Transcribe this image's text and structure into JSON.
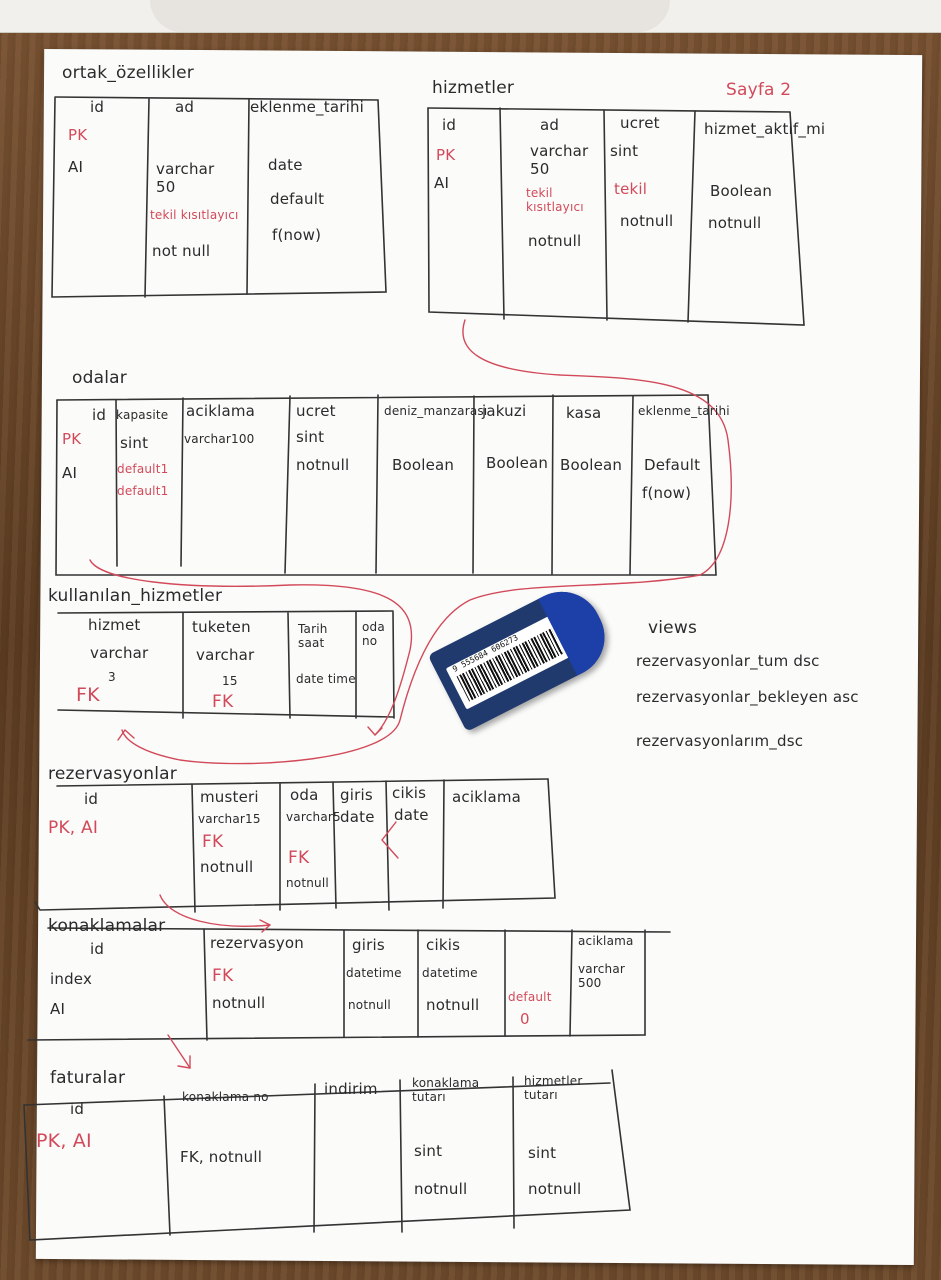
{
  "page_label": "Sayfa 2",
  "tables": {
    "ortak": {
      "title": "ortak_özellikler",
      "headers": [
        "id",
        "ad",
        "eklenme_tarihi"
      ],
      "cells": [
        "PK",
        "AI",
        "varchar 50",
        "tekil kısıtlayıcı",
        "not null",
        "date",
        "default",
        "f(now)"
      ]
    },
    "hizmetler": {
      "title": "hizmetler",
      "headers": [
        "id",
        "ad",
        "ucret",
        "hizmet_aktif_mi"
      ],
      "cells": [
        "PK",
        "AI",
        "varchar 50",
        "tekil kısıtlayıcı",
        "notnull",
        "sint",
        "tekil",
        "notnull",
        "Boolean",
        "notnull"
      ]
    },
    "odalar": {
      "title": "odalar",
      "headers": [
        "id",
        "kapasite",
        "aciklama",
        "ucret",
        "deniz_manzarası",
        "jakuzi",
        "kasa",
        "eklenme_tarihi"
      ],
      "cells": [
        "PK",
        "AI",
        "sint",
        "default1",
        "default1",
        "varchar100",
        "sint",
        "notnull",
        "Boolean",
        "Boolean",
        "Boolean",
        "Default",
        "f(now)"
      ]
    },
    "kullanilan": {
      "title": "kullanılan_hizmetler",
      "headers": [
        "hizmet",
        "tuketen",
        "Tarih saat",
        "oda no"
      ],
      "cells": [
        "varchar",
        "3",
        "FK",
        "varchar",
        "15",
        "FK",
        "date time"
      ]
    },
    "rezervasyonlar": {
      "title": "rezervasyonlar",
      "headers": [
        "id",
        "musteri",
        "oda",
        "giris",
        "cikis",
        "aciklama"
      ],
      "cells": [
        "PK, AI",
        "varchar15",
        "FK",
        "notnull",
        "varchar5",
        "FK",
        "notnull",
        "date",
        "date"
      ]
    },
    "konaklamalar": {
      "title": "konaklamalar",
      "headers": [
        "id",
        "rezervasyon",
        "giris",
        "cikis",
        "",
        "aciklama"
      ],
      "cells": [
        "index",
        "AI",
        "FK",
        "notnull",
        "datetime",
        "notnull",
        "datetime",
        "notnull",
        "default",
        "0",
        "varchar 500"
      ]
    },
    "faturalar": {
      "title": "faturalar",
      "headers": [
        "id",
        "konaklama no",
        "indirim",
        "konaklama tutarı",
        "hizmetler tutarı"
      ],
      "cells": [
        "PK, AI",
        "FK, notnull",
        "sint",
        "notnull",
        "sint",
        "notnull"
      ]
    }
  },
  "views": {
    "title": "views",
    "items": [
      "rezervasyonlar_tum dsc",
      "rezervasyonlar_bekleyen asc",
      "rezervasyonlarım_dsc"
    ]
  },
  "eraser": {
    "barcode": "9 555684 606273"
  }
}
